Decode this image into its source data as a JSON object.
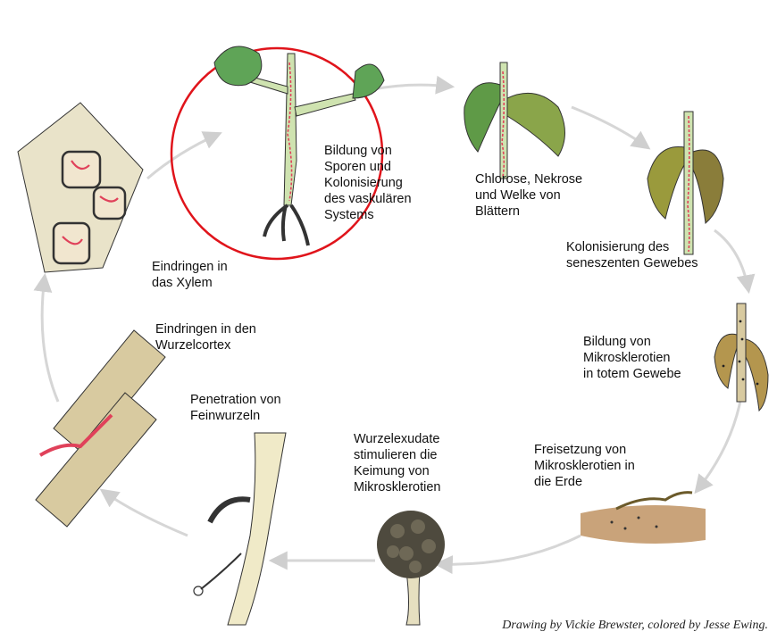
{
  "stages": [
    {
      "id": "sporulation",
      "label": "Bildung von\nSporen und\nKolonisierung\ndes vaskulären\nSystems",
      "highlighted": true
    },
    {
      "id": "symptoms",
      "label": "Chlorose, Nekrose\nund Welke von\nBlättern"
    },
    {
      "id": "senescent",
      "label": "Kolonisierung des\nseneszenten Gewebes"
    },
    {
      "id": "microsclerotia",
      "label": "Bildung von\nMikrosklerotien\nin totem Gewebe"
    },
    {
      "id": "release",
      "label": "Freisetzung von\nMikrosklerotien in\ndie Erde"
    },
    {
      "id": "exudates",
      "label": "Wurzelexudate\nstimulieren die\nKeimung von\nMikrosklerotien"
    },
    {
      "id": "penetration",
      "label": "Penetration von\nFeinwurzeln"
    },
    {
      "id": "cortex",
      "label": "Eindringen in den\nWurzelcortex"
    },
    {
      "id": "xylem",
      "label": "Eindringen in\ndas Xylem"
    }
  ],
  "credit": "Drawing by Vickie Brewster, colored by Jesse Ewing.",
  "colors": {
    "arrow": "#d6d6d6",
    "highlight": "#e0141b",
    "leaf": "#5fa457",
    "stem": "#cfe3b0",
    "fungus": "#e0415a",
    "dead_leaf": "#b4964e",
    "tissue": "#d8caa0",
    "soil": "#c9a37a",
    "sclerotium": "#4e4a3e"
  }
}
